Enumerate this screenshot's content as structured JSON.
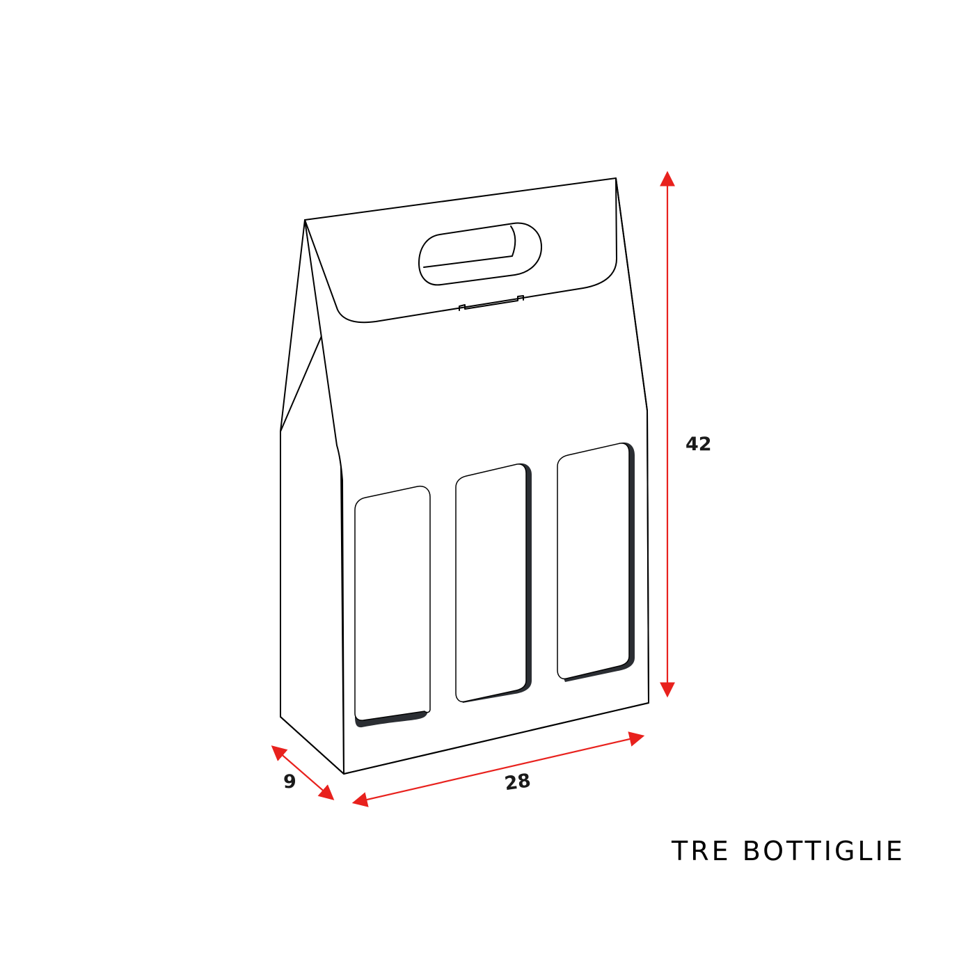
{
  "diagram": {
    "dimensions": {
      "height": "42",
      "width": "28",
      "depth": "9"
    },
    "caption": "TRE BOTTIGLIE"
  },
  "colors": {
    "outline": "#000000",
    "dimension_arrow": "#e8211d",
    "window_shadow": "#2b2e33",
    "background": "#ffffff"
  }
}
